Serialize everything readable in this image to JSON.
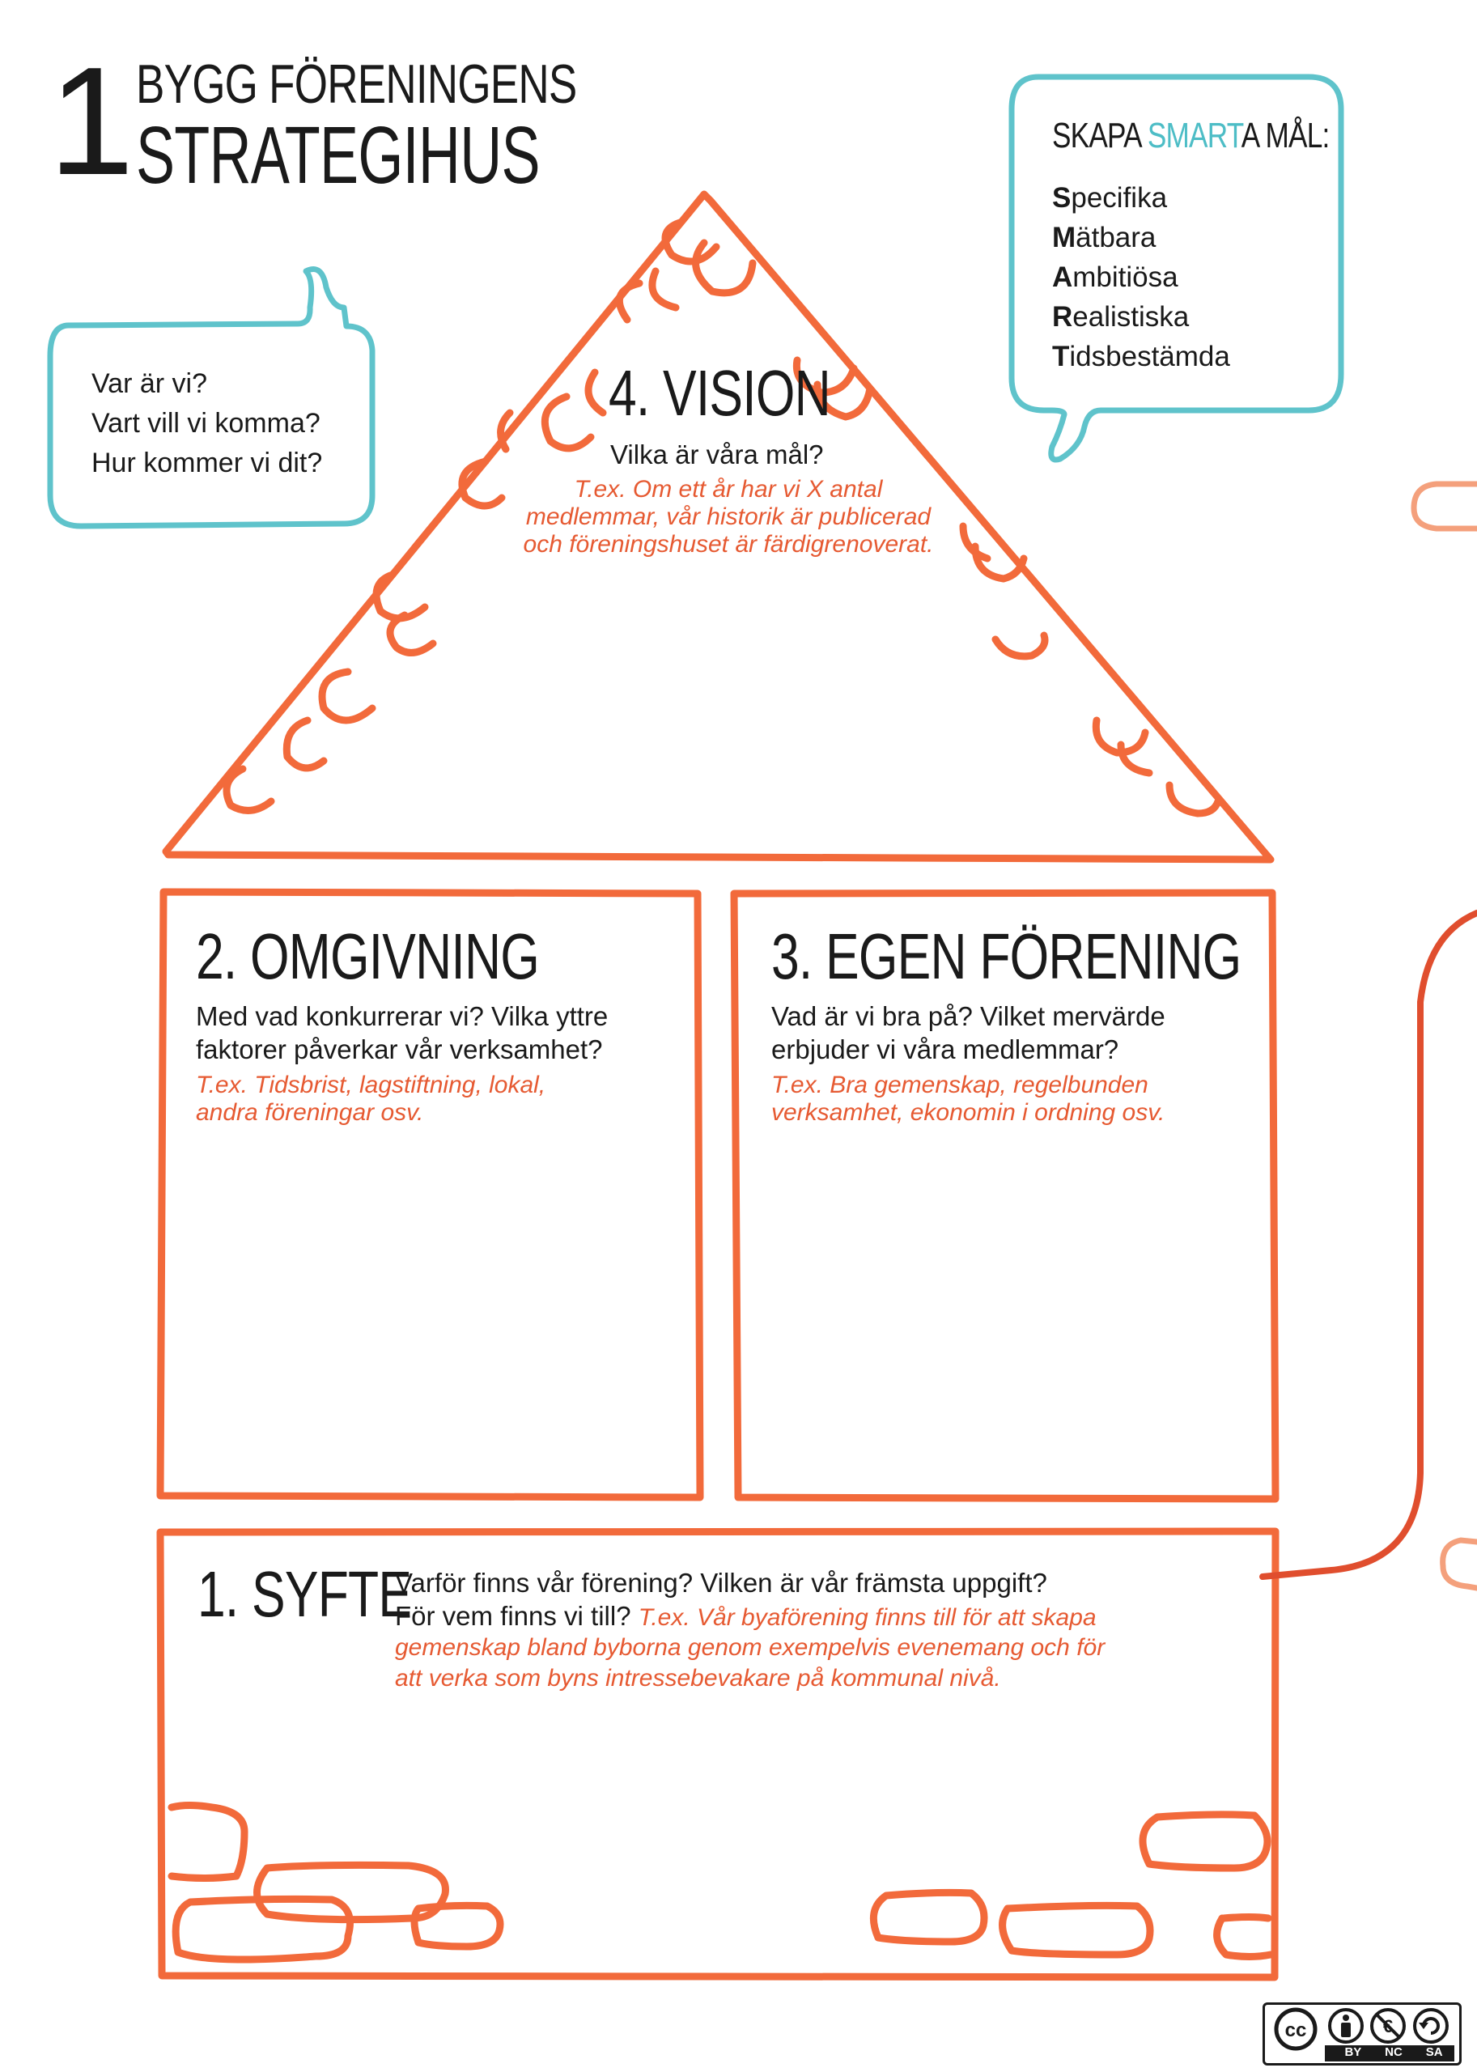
{
  "header": {
    "step_number": "1",
    "title_line1": "BYGG FÖRENINGENS",
    "title_line2": "STRATEGIHUS"
  },
  "questions_bubble": {
    "lines": [
      "Var är vi?",
      "Vart vill vi komma?",
      "Hur kommer vi dit?"
    ]
  },
  "smart_bubble": {
    "heading_prefix": "SKAPA ",
    "heading_accent": "SMART",
    "heading_suffix": "A MÅL:",
    "items": [
      {
        "initial": "S",
        "rest": "pecifika"
      },
      {
        "initial": "M",
        "rest": "ätbara"
      },
      {
        "initial": "A",
        "rest": "mbitiösa"
      },
      {
        "initial": "R",
        "rest": "ealistiska"
      },
      {
        "initial": "T",
        "rest": "idsbestämda"
      }
    ]
  },
  "vision": {
    "title": "4. VISION",
    "question": "Vilka är våra mål?",
    "example_lines": [
      "T.ex. Om ett år har vi X antal",
      "medlemmar, vår historik är publicerad",
      "och föreningshuset är färdigrenoverat."
    ]
  },
  "omgivning": {
    "title": "2. OMGIVNING",
    "question_lines": [
      "Med vad konkurrerar vi? Vilka yttre",
      "faktorer påverkar vår verksamhet?"
    ],
    "example_lines": [
      "T.ex. Tidsbrist, lagstiftning, lokal,",
      "andra föreningar osv."
    ]
  },
  "egen_forening": {
    "title": "3. EGEN FÖRENING",
    "question_lines": [
      "Vad är vi bra på? Vilket mervärde",
      "erbjuder vi våra medlemmar?"
    ],
    "example_lines": [
      "T.ex. Bra gemenskap, regelbunden",
      "verksamhet, ekonomin i ordning osv."
    ]
  },
  "syfte": {
    "title": "1. SYFTE",
    "question_line1": "Varför finns vår förening? Vilken är vår främsta uppgift?",
    "question_line2": "För vem finns vi till? ",
    "example_inline": "T.ex. Vår byaförening finns till för att skapa",
    "example_lines": [
      "gemenskap bland byborna genom exempelvis evenemang och för",
      "att verka som byns intressebevakare på kommunal nivå."
    ]
  },
  "license": {
    "labels": [
      "BY",
      "NC",
      "SA"
    ],
    "icons": [
      "cc-icon",
      "by-person-icon",
      "nc-euro-icon",
      "sa-share-icon"
    ]
  },
  "colors": {
    "house_orange": "#f26a3b",
    "bubble_teal": "#5fc3cb",
    "example_red": "#e65a32",
    "smart_accent": "#4dbdc6",
    "side_line": "#e04e2e"
  }
}
